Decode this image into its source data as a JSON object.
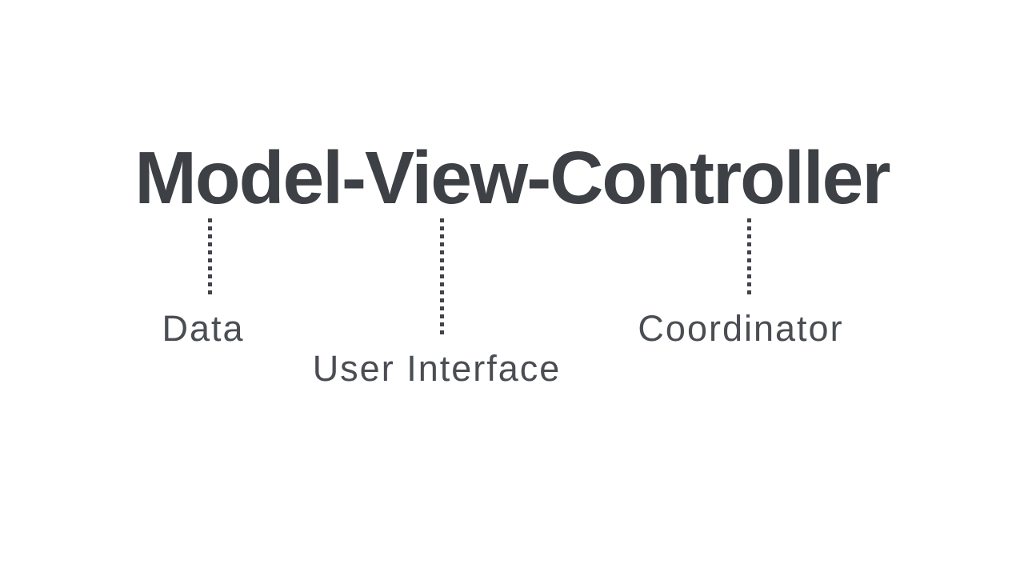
{
  "title": "Model-View-Controller",
  "connectors": [
    {
      "label": "Data"
    },
    {
      "label": "User Interface"
    },
    {
      "label": "Coordinator"
    }
  ],
  "colors": {
    "background": "#ffffff",
    "title-color": "#3d4045",
    "label-color": "#4a4d52",
    "connector-color": "#404348"
  }
}
